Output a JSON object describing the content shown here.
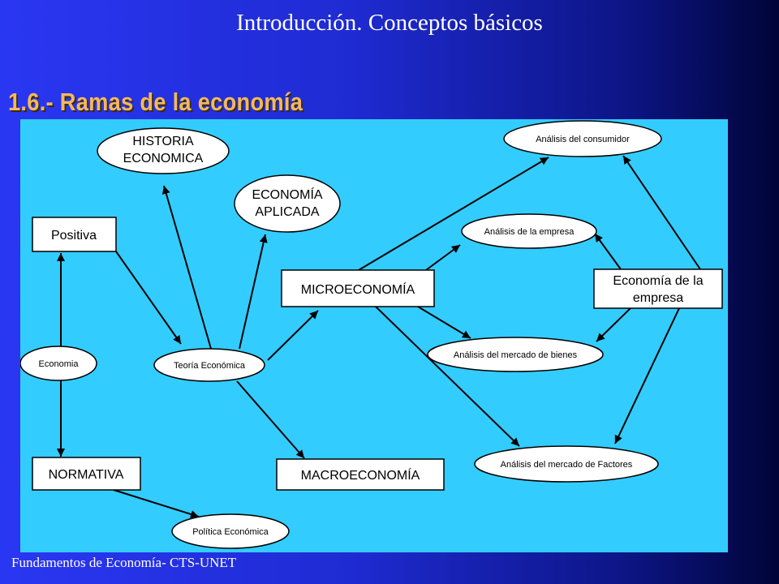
{
  "header": {
    "title": "Introducción. Conceptos básicos",
    "section": "1.6.- Ramas de la economía"
  },
  "diagram": {
    "nodes": {
      "historia_economica": [
        "HISTORIA",
        "ECONOMICA"
      ],
      "economia_aplicada": [
        "ECONOMÍA",
        "APLICADA"
      ],
      "positiva": "Positiva",
      "economia": "Economia",
      "normativa": "NORMATIVA",
      "teoria_economica": "Teoría Económica",
      "politica_economica": "Política Económica",
      "microeconomia": "MICROECONOMÍA",
      "macroeconomia": "MACROECONOMÍA",
      "analisis_consumidor": "Análisis del consumidor",
      "analisis_empresa": "Análisis de la empresa",
      "analisis_mercado_bienes": "Análisis del mercado de bienes",
      "analisis_mercado_factores": "Análisis del mercado de Factores",
      "economia_empresa": [
        "Economía de la",
        "empresa"
      ]
    },
    "colors": {
      "panel": "#33ccff",
      "node_fill": "#ffffff",
      "stroke": "#000000",
      "title_accent": "#f2b860"
    }
  },
  "footer": {
    "text": "Fundamentos de Economía- CTS-UNET"
  }
}
